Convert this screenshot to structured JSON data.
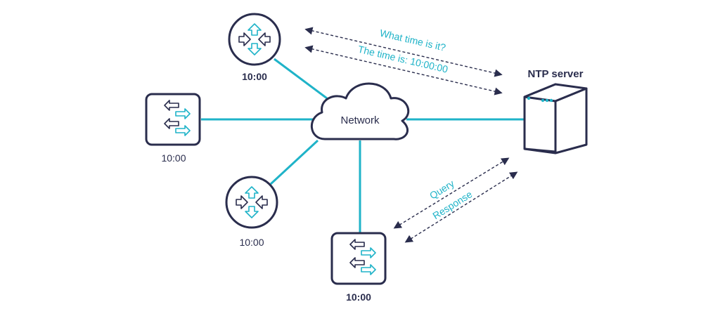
{
  "network": {
    "label": "Network"
  },
  "server": {
    "label": "NTP server"
  },
  "devices": [
    {
      "id": "router-top",
      "kind": "router",
      "time": "10:00"
    },
    {
      "id": "switch-left",
      "kind": "switch",
      "time": "10:00"
    },
    {
      "id": "router-bottom",
      "kind": "router",
      "time": "10:00"
    },
    {
      "id": "switch-bottom",
      "kind": "switch",
      "time": "10:00"
    }
  ],
  "messages": {
    "request": "What time is it?",
    "reply": "The time is: 10:00:00",
    "query": "Query",
    "response": "Response"
  },
  "colors": {
    "link": "#1fb3c8",
    "outline": "#2a2d4d",
    "arrow_dark": "#2a2d4d"
  }
}
